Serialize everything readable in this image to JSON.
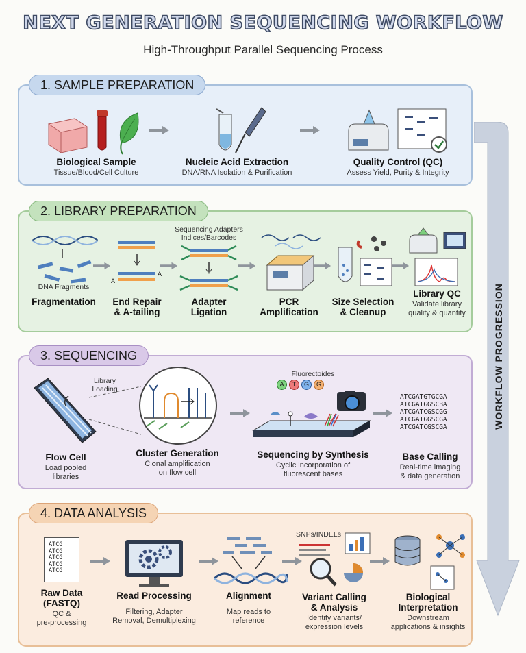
{
  "header": {
    "title": "NEXT GENERATION SEQUENCING WORKFLOW",
    "subtitle": "High-Throughput Parallel Sequencing Process"
  },
  "sidebar": {
    "label": "WORKFLOW PROGRESSION"
  },
  "sections": [
    {
      "label": "1. SAMPLE PREPARATION",
      "steps": [
        {
          "title": "Biological Sample",
          "sub": "Tissue/Blood/Cell Culture"
        },
        {
          "title": "Nucleic Acid Extraction",
          "sub": "DNA/RNA Isolation & Purification"
        },
        {
          "title": "Quality Control (QC)",
          "sub": "Assess Yield, Purity & Integrity"
        }
      ]
    },
    {
      "label": "2. LIBRARY PREPARATION",
      "notes": {
        "fragments": "DNA Fragments",
        "adapters_1": "Sequencing Adapters",
        "adapters_2": "Indices/Barcodes"
      },
      "steps": [
        {
          "title": "Fragmentation"
        },
        {
          "title": "End Repair",
          "title2": "& A-tailing"
        },
        {
          "title": "Adapter",
          "title2": "Ligation"
        },
        {
          "title": "PCR",
          "title2": "Amplification"
        },
        {
          "title": "Size Selection",
          "title2": "& Cleanup"
        },
        {
          "title": "Library QC",
          "sub": "Validate library",
          "sub2": "quality & quantity"
        }
      ]
    },
    {
      "label": "3. SEQUENCING",
      "notes": {
        "library_1": "Library",
        "library_2": "Loading",
        "fluor": "Fluorectoides"
      },
      "bases": [
        "A",
        "T",
        "G",
        "G"
      ],
      "reads": [
        "ATCGATGTGCGA",
        "ATCGATGGSCBA",
        "ATCGATCGSCGG",
        "ATCGATGGSCGA",
        "ATCGATCGSCGA"
      ],
      "steps": [
        {
          "title": "Flow Cell",
          "sub": "Load pooled",
          "sub2": "libraries"
        },
        {
          "title": "Cluster Generation",
          "sub": "Clonal amplification",
          "sub2": "on flow cell"
        },
        {
          "title": "Sequencing by Synthesis",
          "sub": "Cyclic incorporation of",
          "sub2": "fluorescent bases"
        },
        {
          "title": "Base Calling",
          "sub": "Real-time imaging",
          "sub2": "& data generation"
        }
      ]
    },
    {
      "label": "4. DATA ANALYSIS",
      "notes": {
        "fastq": [
          "ATCG",
          "ATCG",
          "ATCG",
          "ATCG",
          "ATCG"
        ],
        "snps": "SNPs/INDELs"
      },
      "steps": [
        {
          "title": "Raw Data",
          "title2": "(FASTQ)",
          "sub": "QC &",
          "sub2": "pre-processing"
        },
        {
          "title": "Read Processing",
          "sub": "Filtering, Adapter",
          "sub2": "Removal, Demultiplexing"
        },
        {
          "title": "Alignment",
          "sub": "Map reads to",
          "sub2": "reference"
        },
        {
          "title": "Variant Calling",
          "title2": "& Analysis",
          "sub": "Identify variants/",
          "sub2": "expression levels"
        },
        {
          "title": "Biological",
          "title2": "Interpretation",
          "sub": "Downstream",
          "sub2": "applications & insights"
        }
      ]
    }
  ],
  "colors": {
    "panel1": "#e7eff9",
    "panel2": "#e6f2e3",
    "panel3": "#efe8f4",
    "panel4": "#fbecdf",
    "flow_arrow": "#c9d1de"
  }
}
